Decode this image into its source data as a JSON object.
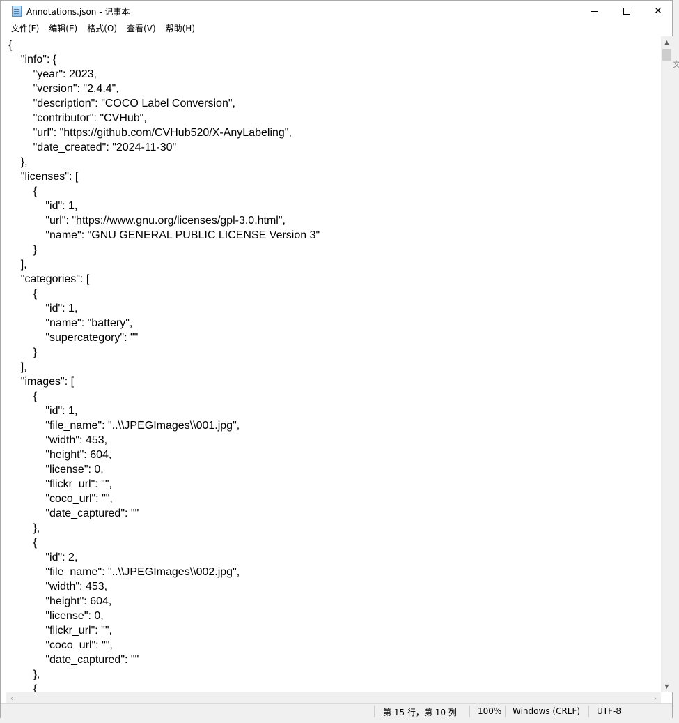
{
  "window": {
    "title": "Annotations.json - 记事本",
    "icon": "notepad-icon",
    "controls": {
      "minimize": "minimize-icon",
      "maximize": "maximize-icon",
      "close": "close-icon"
    }
  },
  "menu": [
    "文件(F)",
    "编辑(E)",
    "格式(O)",
    "查看(V)",
    "帮助(H)"
  ],
  "editor": {
    "lines": [
      "{",
      "    \"info\": {",
      "        \"year\": 2023,",
      "        \"version\": \"2.4.4\",",
      "        \"description\": \"COCO Label Conversion\",",
      "        \"contributor\": \"CVHub\",",
      "        \"url\": \"https://github.com/CVHub520/X-AnyLabeling\",",
      "        \"date_created\": \"2024-11-30\"",
      "    },",
      "    \"licenses\": [",
      "        {",
      "            \"id\": 1,",
      "            \"url\": \"https://www.gnu.org/licenses/gpl-3.0.html\",",
      "            \"name\": \"GNU GENERAL PUBLIC LICENSE Version 3\"",
      "        }",
      "    ],",
      "    \"categories\": [",
      "        {",
      "            \"id\": 1,",
      "            \"name\": \"battery\",",
      "            \"supercategory\": \"\"",
      "        }",
      "    ],",
      "    \"images\": [",
      "        {",
      "            \"id\": 1,",
      "            \"file_name\": \"..\\\\JPEGImages\\\\001.jpg\",",
      "            \"width\": 453,",
      "            \"height\": 604,",
      "            \"license\": 0,",
      "            \"flickr_url\": \"\",",
      "            \"coco_url\": \"\",",
      "            \"date_captured\": \"\"",
      "        },",
      "        {",
      "            \"id\": 2,",
      "            \"file_name\": \"..\\\\JPEGImages\\\\002.jpg\",",
      "            \"width\": 453,",
      "            \"height\": 604,",
      "            \"license\": 0,",
      "            \"flickr_url\": \"\",",
      "            \"coco_url\": \"\",",
      "            \"date_captured\": \"\"",
      "        },",
      "        {"
    ],
    "caret_line": 15,
    "caret_col": 10
  },
  "status": {
    "position": "第 15 行，第 10 列",
    "zoom": "100%",
    "line_ending": "Windows (CRLF)",
    "encoding": "UTF-8"
  },
  "background_text": "文"
}
